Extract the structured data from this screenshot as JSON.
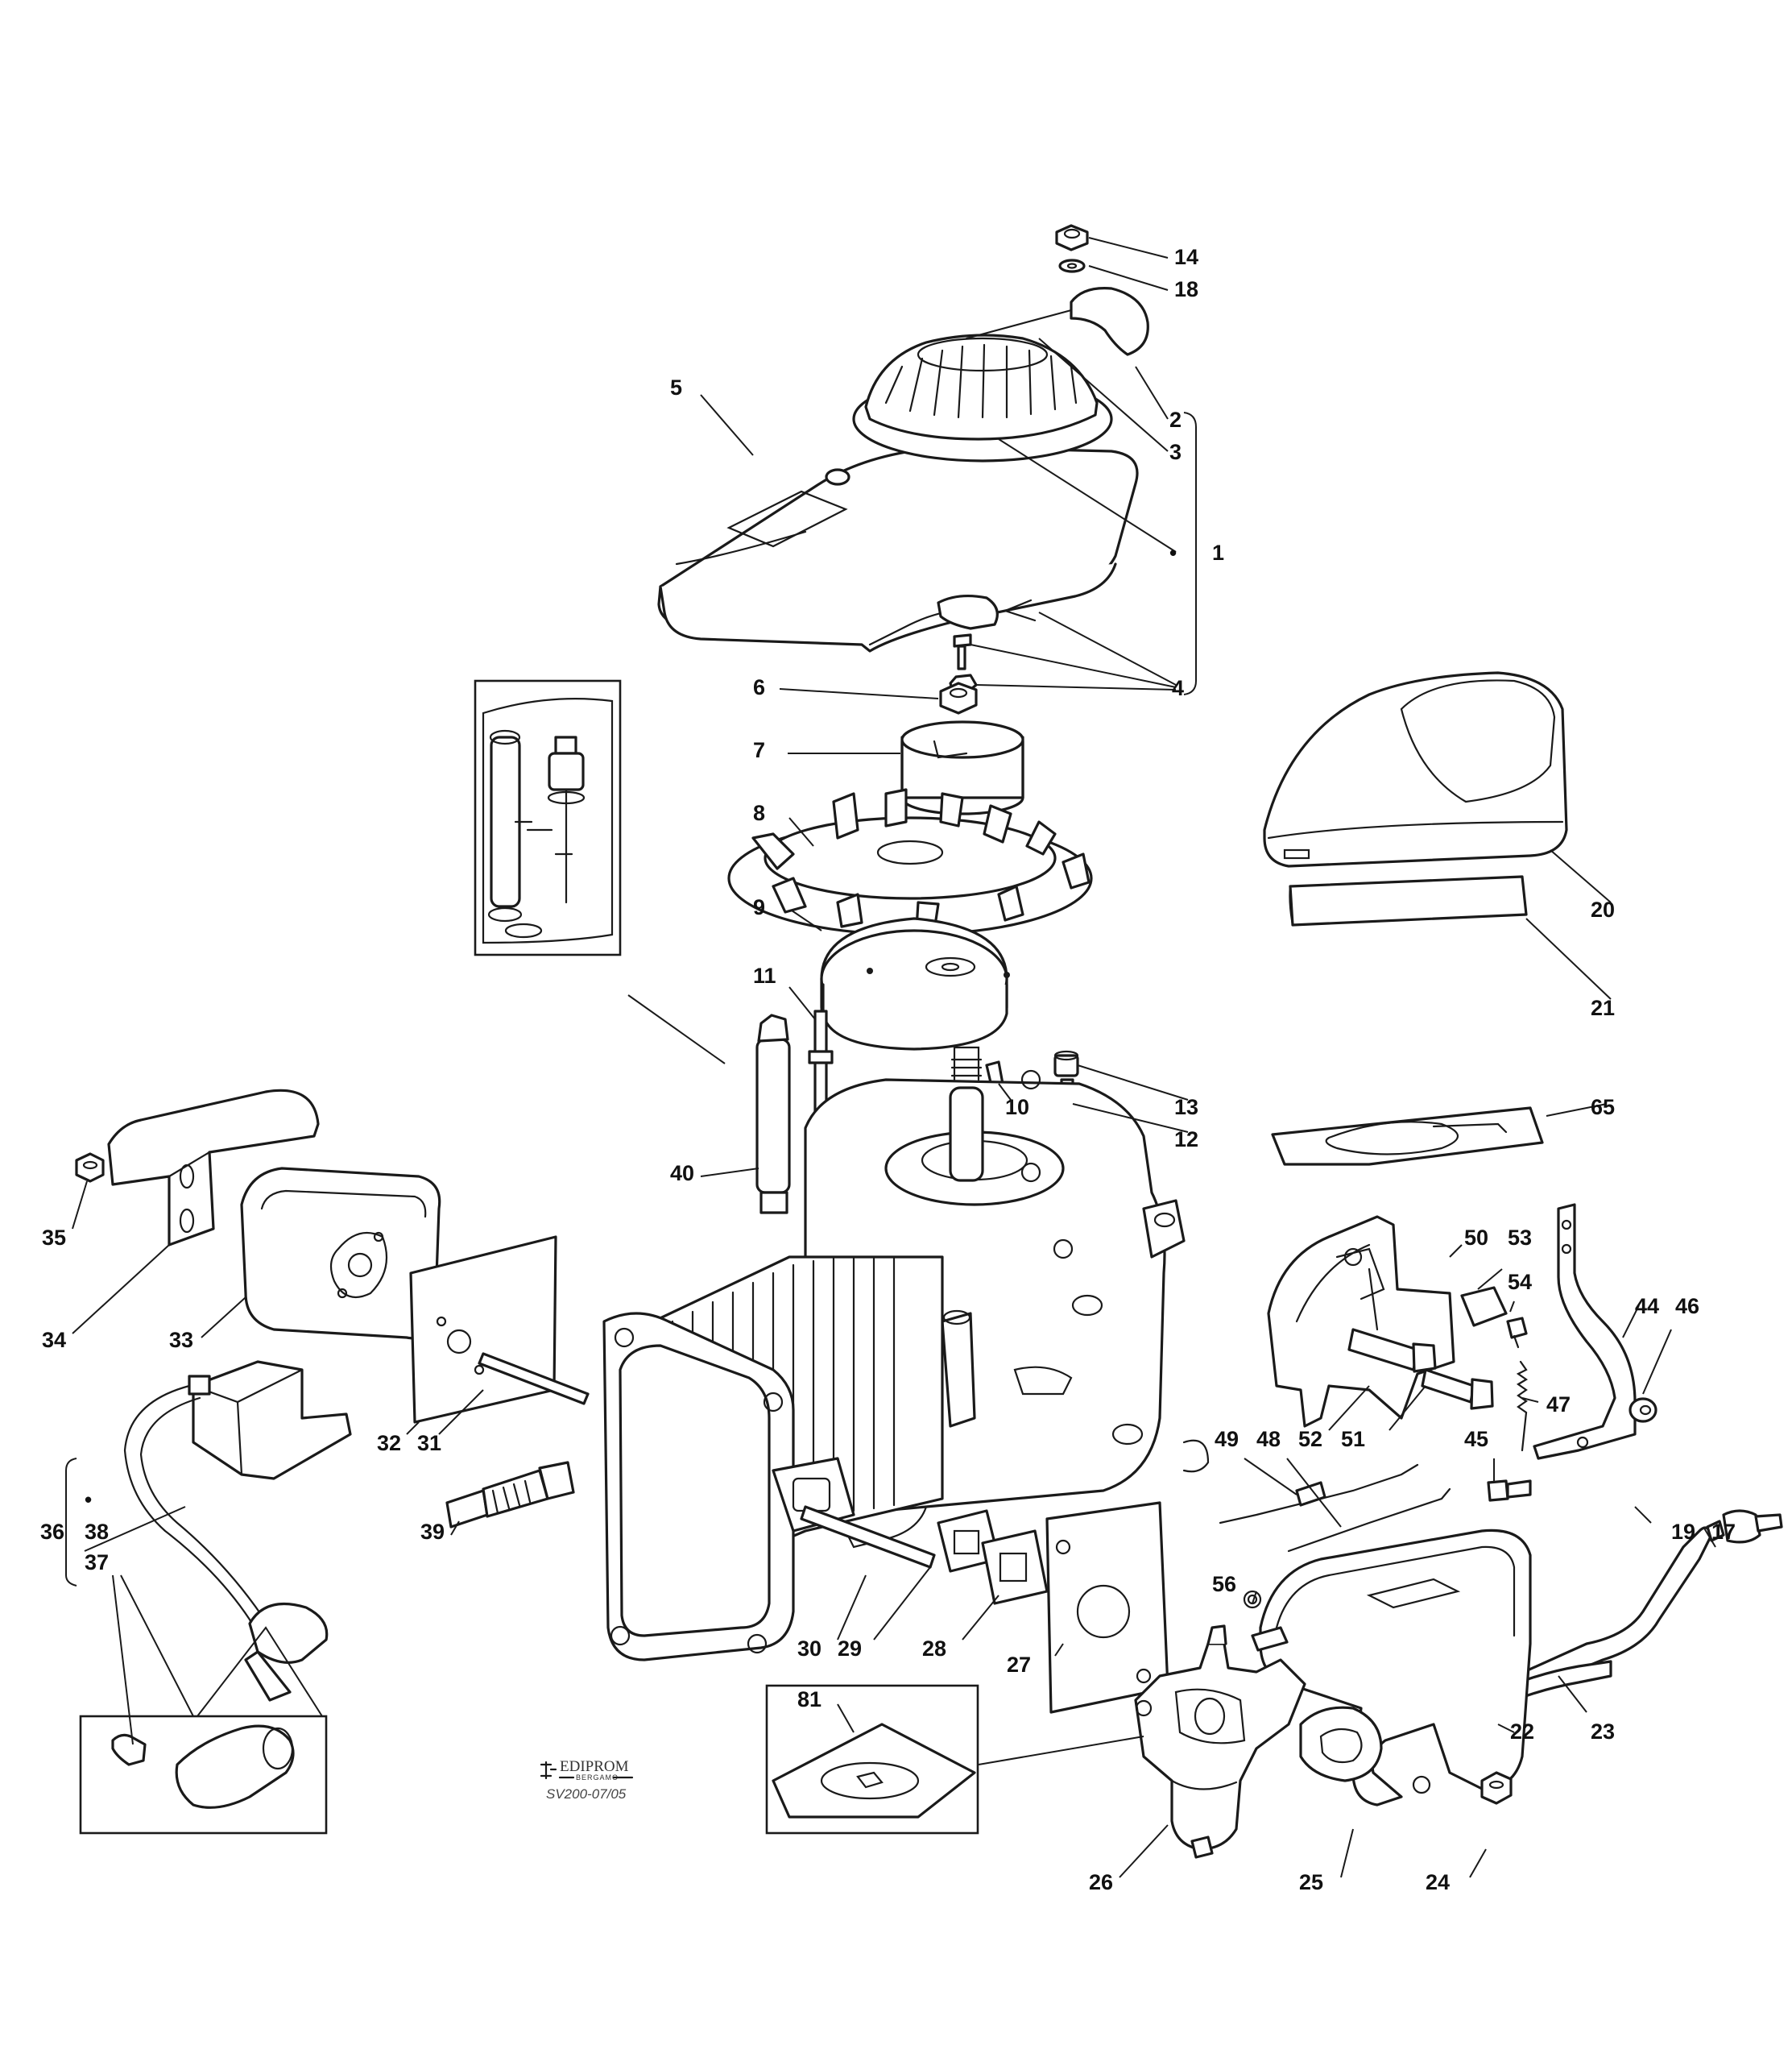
{
  "callouts": [
    {
      "id": "14",
      "text": "14"
    },
    {
      "id": "18",
      "text": "18"
    },
    {
      "id": "5",
      "text": "5"
    },
    {
      "id": "2",
      "text": "2"
    },
    {
      "id": "3",
      "text": "3"
    },
    {
      "id": "1",
      "text": "1"
    },
    {
      "id": "4",
      "text": "4"
    },
    {
      "id": "6",
      "text": "6"
    },
    {
      "id": "7",
      "text": "7"
    },
    {
      "id": "8",
      "text": "8"
    },
    {
      "id": "9",
      "text": "9"
    },
    {
      "id": "20",
      "text": "20"
    },
    {
      "id": "21",
      "text": "21"
    },
    {
      "id": "11",
      "text": "11"
    },
    {
      "id": "10",
      "text": "10"
    },
    {
      "id": "13",
      "text": "13"
    },
    {
      "id": "12",
      "text": "12"
    },
    {
      "id": "65",
      "text": "65"
    },
    {
      "id": "40",
      "text": "40"
    },
    {
      "id": "35",
      "text": "35"
    },
    {
      "id": "50",
      "text": "50"
    },
    {
      "id": "53",
      "text": "53"
    },
    {
      "id": "54",
      "text": "54"
    },
    {
      "id": "44",
      "text": "44"
    },
    {
      "id": "46",
      "text": "46"
    },
    {
      "id": "34",
      "text": "34"
    },
    {
      "id": "33",
      "text": "33"
    },
    {
      "id": "52",
      "text": "52"
    },
    {
      "id": "51",
      "text": "51"
    },
    {
      "id": "47",
      "text": "47"
    },
    {
      "id": "32",
      "text": "32"
    },
    {
      "id": "31",
      "text": "31"
    },
    {
      "id": "49",
      "text": "49"
    },
    {
      "id": "48",
      "text": "48"
    },
    {
      "id": "45",
      "text": "45"
    },
    {
      "id": "36",
      "text": "36"
    },
    {
      "id": "38",
      "text": "38"
    },
    {
      "id": "37",
      "text": "37"
    },
    {
      "id": "39",
      "text": "39"
    },
    {
      "id": "19",
      "text": "19"
    },
    {
      "id": "17",
      "text": "17"
    },
    {
      "id": "56",
      "text": "56"
    },
    {
      "id": "30",
      "text": "30"
    },
    {
      "id": "29",
      "text": "29"
    },
    {
      "id": "28",
      "text": "28"
    },
    {
      "id": "27",
      "text": "27"
    },
    {
      "id": "81",
      "text": "81"
    },
    {
      "id": "22",
      "text": "22"
    },
    {
      "id": "23",
      "text": "23"
    },
    {
      "id": "26",
      "text": "26"
    },
    {
      "id": "25",
      "text": "25"
    },
    {
      "id": "24",
      "text": "24"
    }
  ],
  "group_markers": {
    "dot_1": "•",
    "dot_36": "•"
  },
  "logo": {
    "brand": "EDIPROM",
    "city": "BERGAMO",
    "code": "SV200-07/05"
  }
}
